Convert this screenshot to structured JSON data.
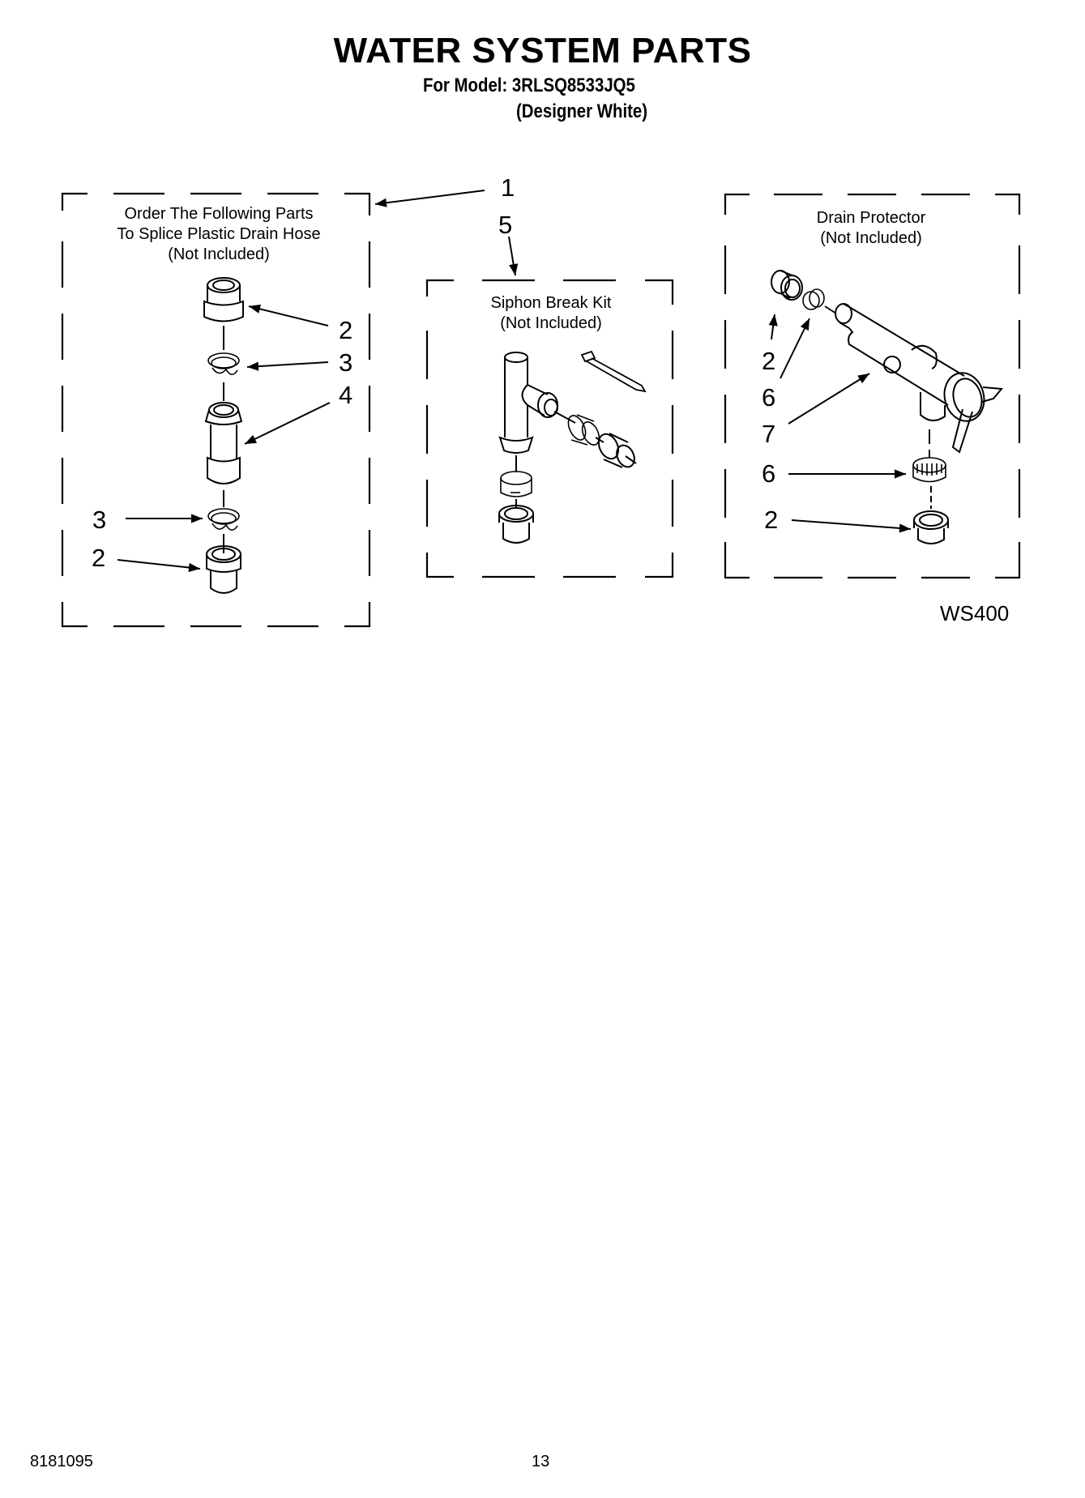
{
  "header": {
    "title": "WATER SYSTEM PARTS",
    "model_line": "For Model: 3RLSQ8533JQ5",
    "color_line": "(Designer White)"
  },
  "diagram": {
    "figure_id": "WS400",
    "groups": [
      {
        "id": "splice-kit",
        "label_lines": [
          "Order The Following Parts",
          "To Splice Plastic Drain Hose",
          "(Not Included)"
        ],
        "group_callout": "1",
        "callouts": [
          "2",
          "3",
          "4",
          "3",
          "2"
        ]
      },
      {
        "id": "siphon-break-kit",
        "label_lines": [
          "Siphon Break Kit",
          "(Not Included)"
        ],
        "group_callout": "5"
      },
      {
        "id": "drain-protector",
        "label_lines": [
          "Drain Protector",
          "(Not Included)"
        ],
        "callouts": [
          "2",
          "6",
          "7",
          "6",
          "2"
        ]
      }
    ]
  },
  "footer": {
    "doc_number": "8181095",
    "page_number": "13"
  }
}
